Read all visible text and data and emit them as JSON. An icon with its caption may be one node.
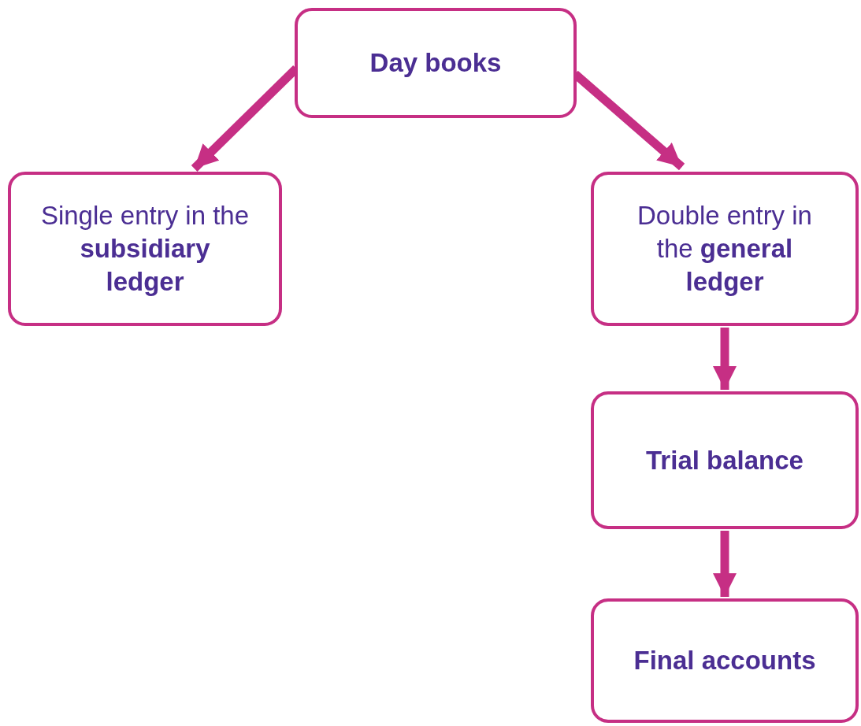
{
  "diagram": {
    "nodes": [
      {
        "text": [
          "Day books"
        ]
      },
      {
        "text": [
          "Single entry in the **subsidiary ledger**"
        ]
      },
      {
        "text": [
          "Double entry in the **general ledger**"
        ]
      },
      {
        "text": [
          "Trial balance"
        ]
      },
      {
        "text": [
          "Final accounts"
        ]
      }
    ],
    "edges": [
      {
        "from": 0,
        "to": 1,
        "arrow": "to"
      },
      {
        "from": 0,
        "to": 2,
        "arrow": "to"
      },
      {
        "from": 2,
        "to": 3,
        "arrow": "to"
      },
      {
        "from": 3,
        "to": 4,
        "arrow": "to"
      }
    ]
  }
}
